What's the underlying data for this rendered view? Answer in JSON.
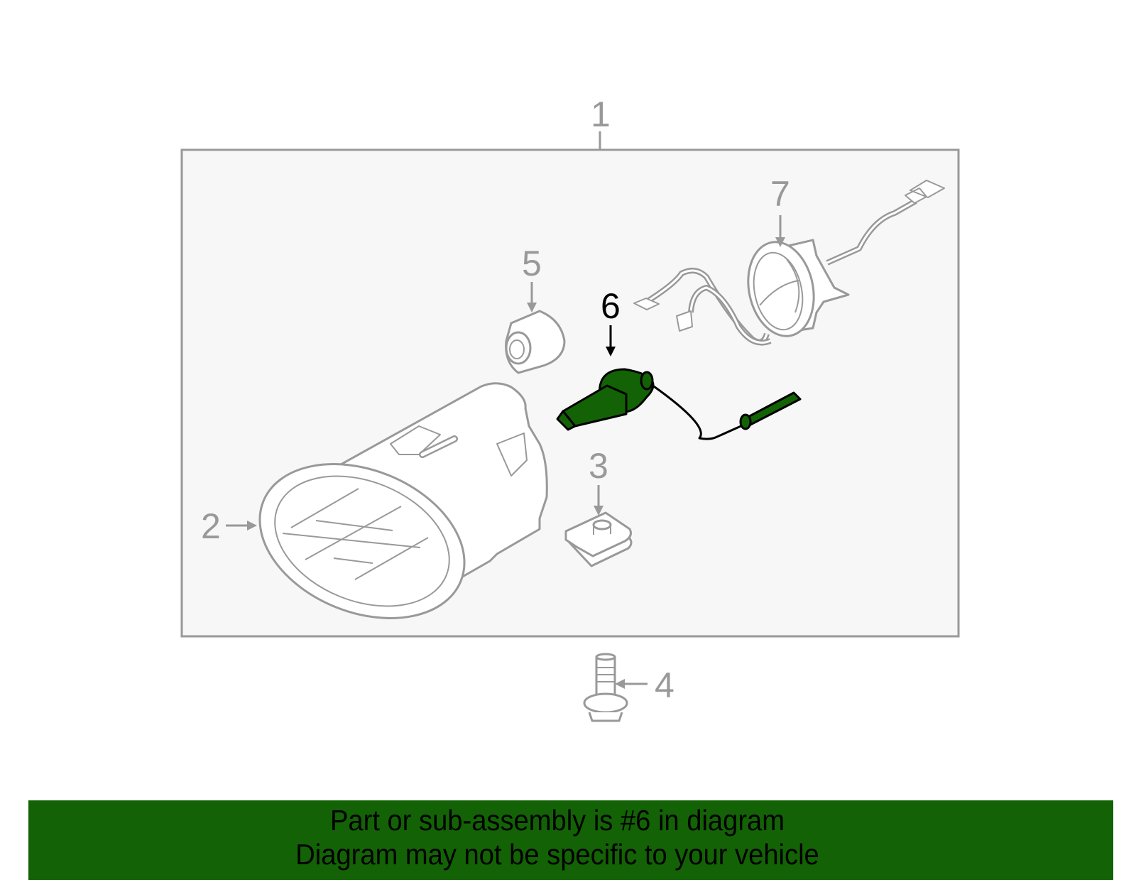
{
  "diagram": {
    "callouts": {
      "c1": "1",
      "c2": "2",
      "c3": "3",
      "c4": "4",
      "c5": "5",
      "c6": "6",
      "c7": "7"
    },
    "highlighted_part": "6",
    "colors": {
      "line_gray": "#999999",
      "panel_bg": "#f7f7f7",
      "highlight_green": "#136205",
      "highlight_outline": "#000000"
    }
  },
  "banner": {
    "line1": "Part or sub-assembly is #6 in diagram",
    "line2": "Diagram may not be specific to your vehicle",
    "bg_color": "#136205"
  }
}
